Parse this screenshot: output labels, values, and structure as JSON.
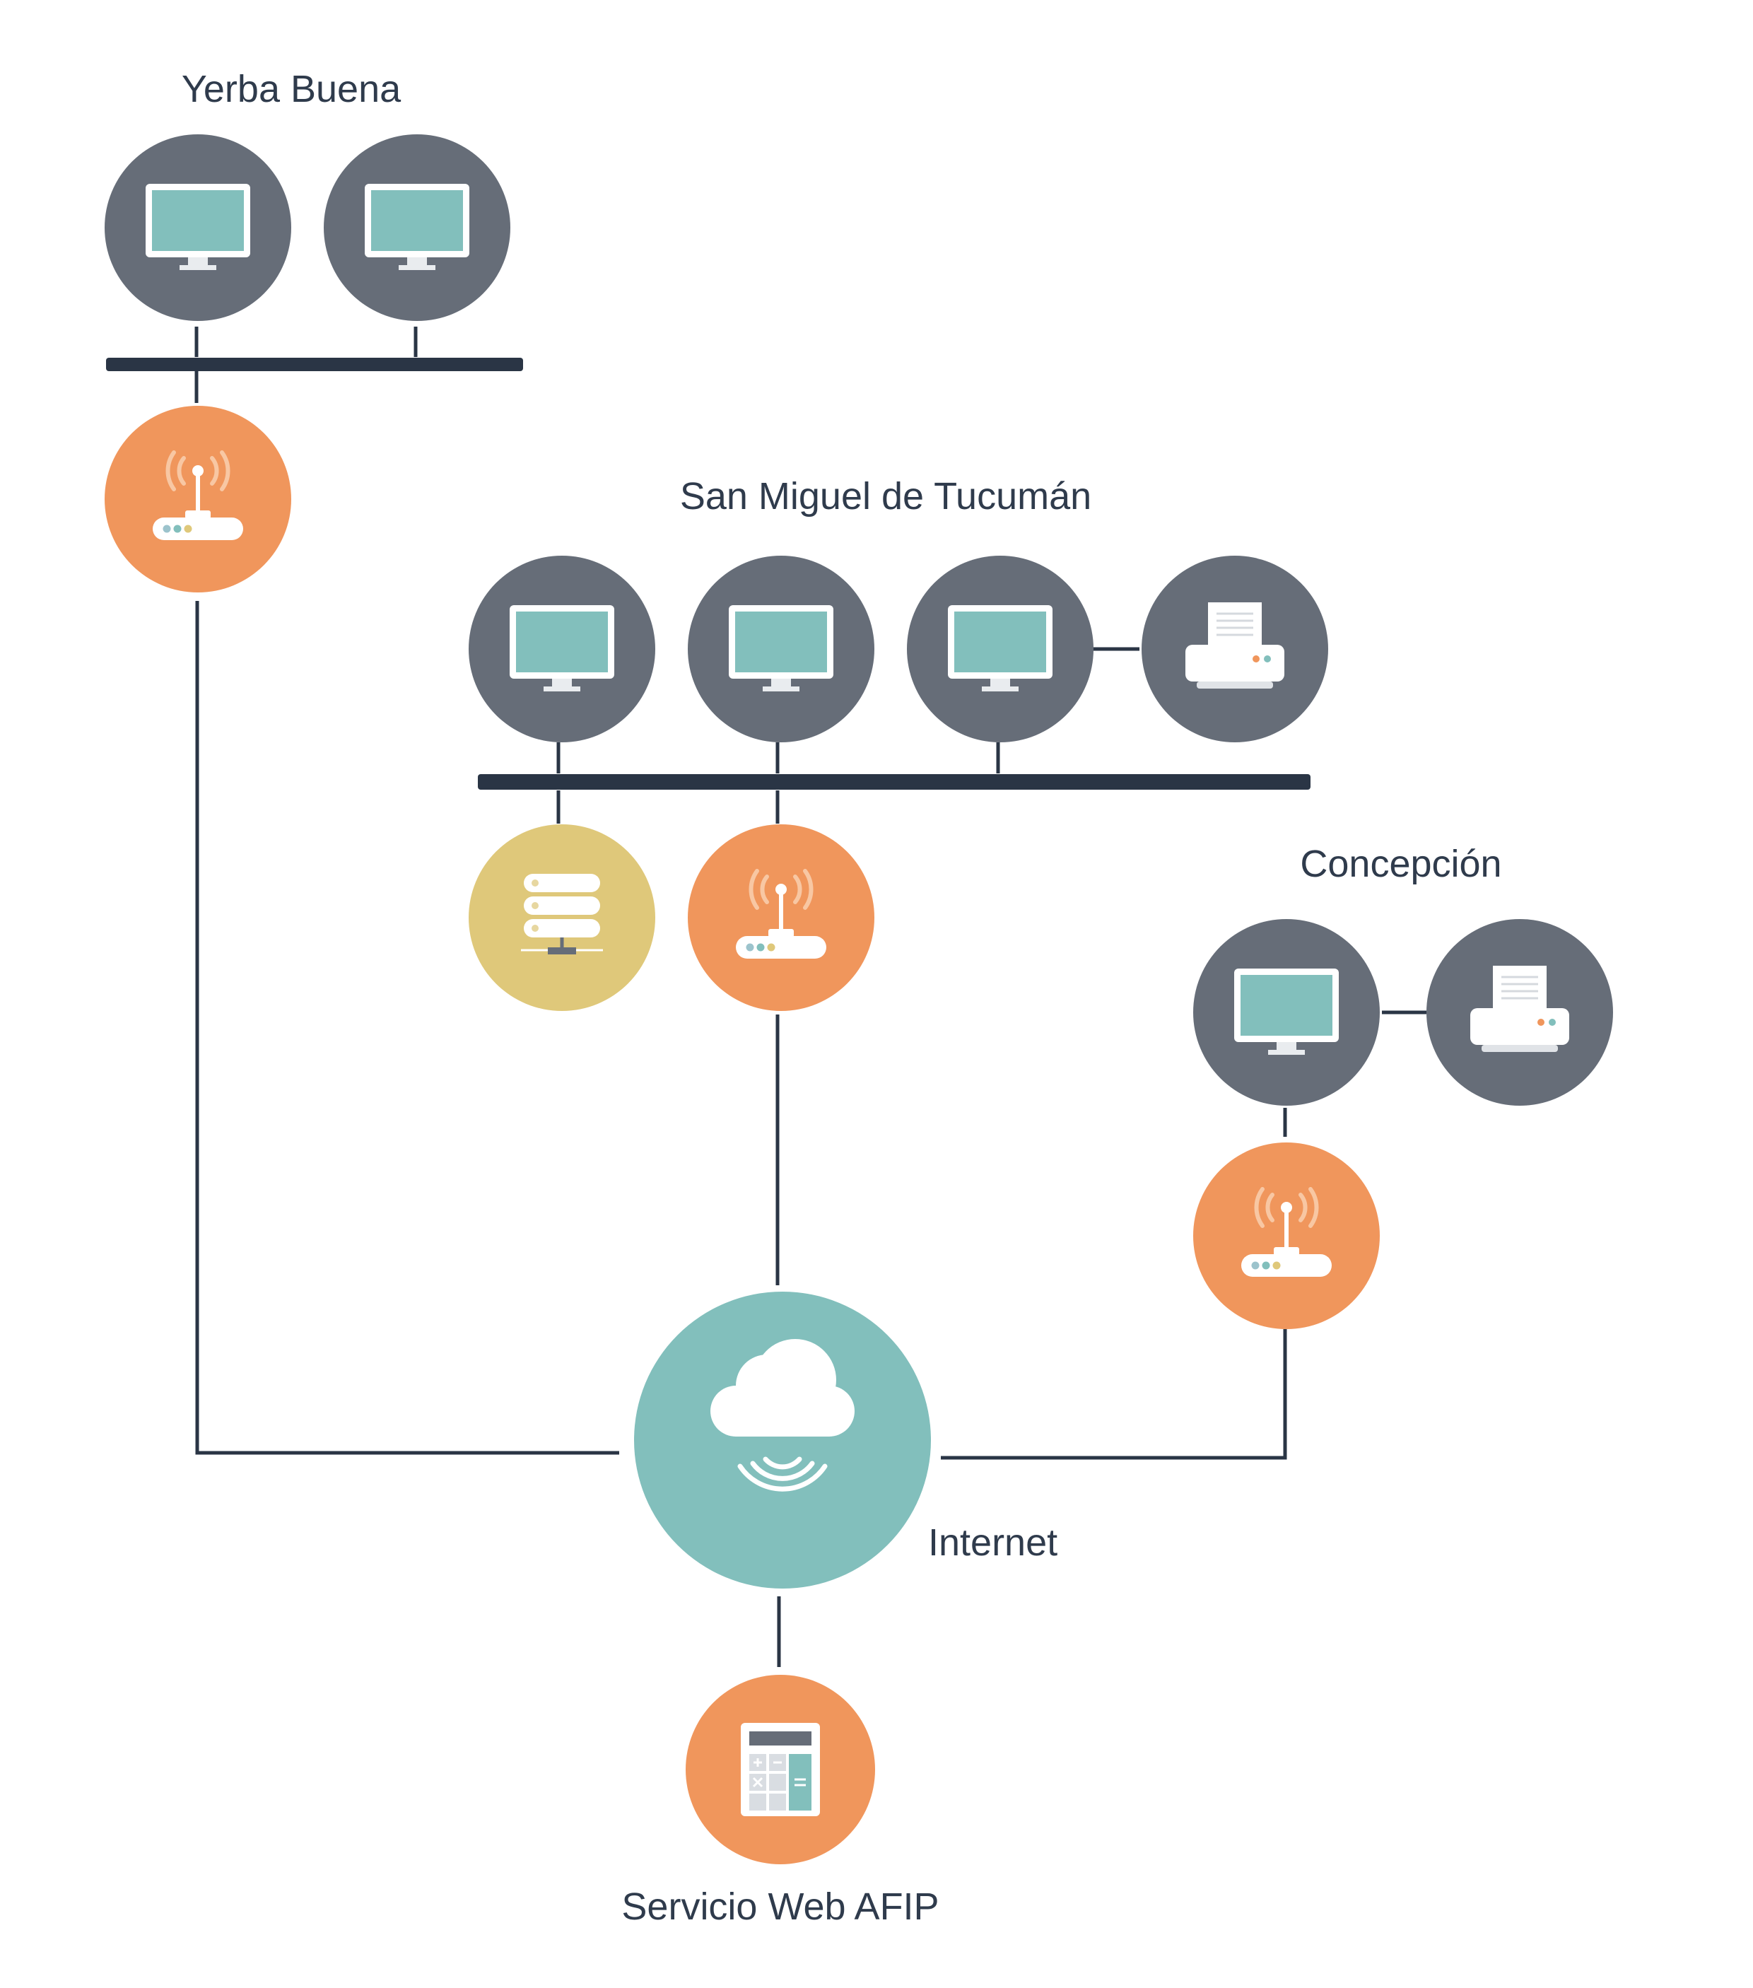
{
  "groups": {
    "yerba_buena": "Yerba Buena",
    "san_miguel": "San Miguel de Tucumán",
    "concepcion": "Concepción"
  },
  "nodes": {
    "internet": "Internet",
    "afip": "Servicio Web AFIP"
  },
  "colors": {
    "device_dark": "#666d78",
    "router": "#f0965c",
    "server": "#dfc87a",
    "cloud": "#82bfbc",
    "screen": "#82bfbc",
    "line": "#2a3545",
    "label": "#2f3b4c"
  },
  "icons": [
    "monitor-icon",
    "router-icon",
    "printer-icon",
    "server-icon",
    "cloud-icon",
    "calculator-icon"
  ]
}
